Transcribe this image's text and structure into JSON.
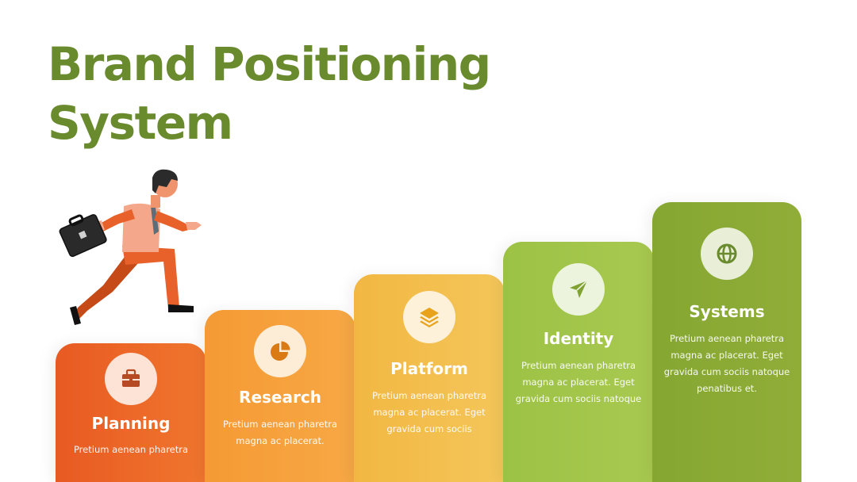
{
  "slide": {
    "title": "Brand Positioning System"
  },
  "steps": [
    {
      "label": "Planning",
      "text": "Pretium aenean pharetra",
      "icon": "briefcase-icon",
      "color_from": "#e85a22",
      "color_to": "#f0762e",
      "circle_bg": "#fce3d6",
      "icon_color": "#b64a22"
    },
    {
      "label": "Research",
      "text": "Pretium aenean pharetra magna ac placerat.",
      "icon": "pie-chart-icon",
      "color_from": "#f59a34",
      "color_to": "#f7a845",
      "circle_bg": "#fdecd6",
      "icon_color": "#d97a14"
    },
    {
      "label": "Platform",
      "text": "Pretium aenean pharetra magna ac placerat. Eget gravida cum sociis",
      "icon": "layers-icon",
      "color_from": "#f2b742",
      "color_to": "#f4c65a",
      "circle_bg": "#fdf1d9",
      "icon_color": "#e8a21b"
    },
    {
      "label": "Identity",
      "text": "Pretium aenean pharetra magna ac placerat. Eget gravida cum sociis natoque",
      "icon": "send-icon",
      "color_from": "#9cc245",
      "color_to": "#a8c950",
      "circle_bg": "#edf4de",
      "icon_color": "#7fa233"
    },
    {
      "label": "Systems",
      "text": "Pretium aenean pharetra magna ac placerat. Eget gravida cum sociis natoque penatibus et.",
      "icon": "globe-icon",
      "color_from": "#85a732",
      "color_to": "#90ad38",
      "circle_bg": "#e8efd6",
      "icon_color": "#6a8a2e"
    }
  ]
}
